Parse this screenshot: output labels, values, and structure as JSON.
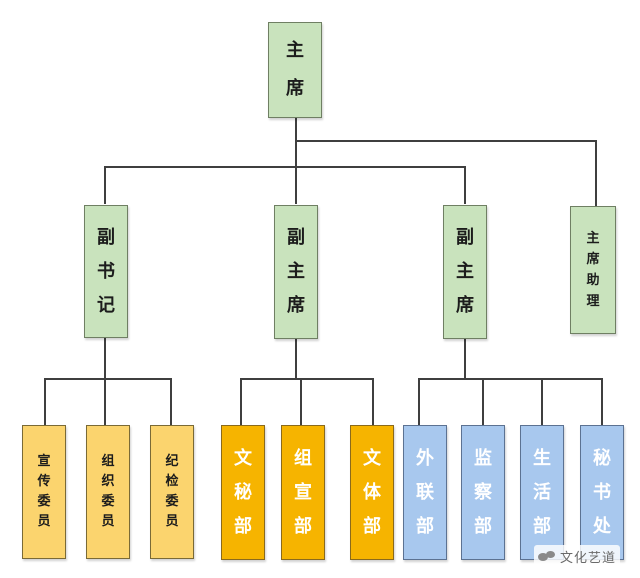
{
  "org_chart": {
    "top": "主\n席",
    "level2": [
      "副\n书\n记",
      "副\n主\n席",
      "副\n主\n席",
      "主\n席\n助\n理"
    ],
    "groups": [
      [
        "宣\n传\n委\n员",
        "组\n织\n委\n员",
        "纪\n检\n委\n员"
      ],
      [
        "文\n秘\n部",
        "组\n宣\n部",
        "文\n体\n部"
      ],
      [
        "外\n联\n部",
        "监\n察\n部",
        "生\n活\n部",
        "秘\n书\n处"
      ]
    ]
  },
  "watermark": {
    "text": "文化艺道",
    "icon": "wechat-icon"
  },
  "colors": {
    "green_fill": "#c9e3bd",
    "yellow_fill": "#fbd46e",
    "orange_fill": "#f6b400",
    "blue_fill": "#a8c8ee",
    "line": "#3f3f3f"
  }
}
